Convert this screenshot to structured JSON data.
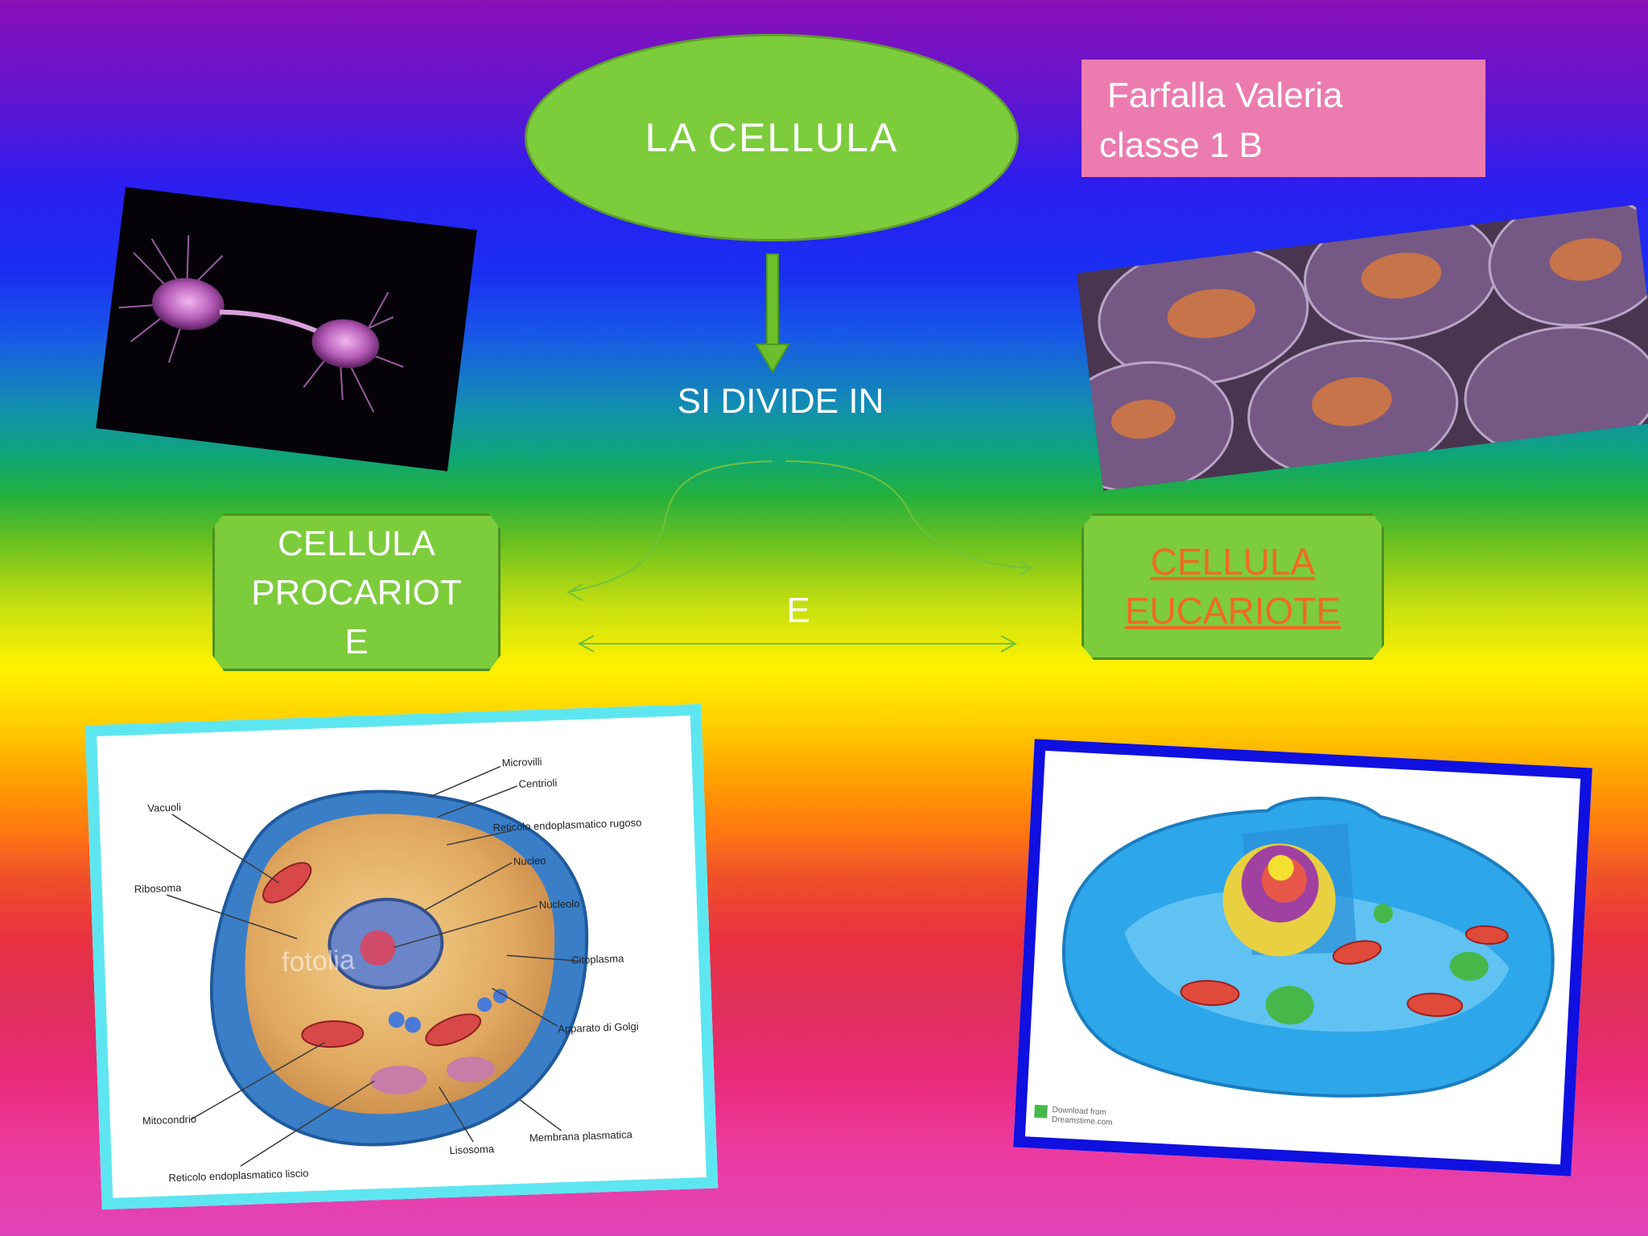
{
  "title": "LA  CELLULA",
  "author": {
    "name": "Farfalla Valeria",
    "class": "classe  1 B"
  },
  "divide_label": "SI  DIVIDE IN",
  "connector_label": "E",
  "left_box": {
    "line1": "CELLULA",
    "line2": "PROCARIOT",
    "line3": "E"
  },
  "right_box": {
    "line1": "CELLULA",
    "line2": "EUCARIOTE"
  },
  "diagram_labels": {
    "microvilli": "Microvilli",
    "centrioli": "Centrioli",
    "vacuoli": "Vacuoli",
    "reticolo_rugoso": "Reticolo endoplasmatico rugoso",
    "nucleo": "Nucleo",
    "nucleolo": "Nucleolo",
    "ribosoma": "Ribosoma",
    "citoplasma": "Citoplasma",
    "apparato_golgi": "Apparato di Golgi",
    "mitocondrio": "Mitocondrio",
    "membrana": "Membrana plasmatica",
    "lisosoma": "Lisosoma",
    "reticolo_liscio": "Reticolo endoplasmatico liscio"
  },
  "watermark": "fotolia",
  "stock_credit": {
    "line1": "Download from",
    "line2": "Dreamstime.com"
  },
  "colors": {
    "node_green": "#7ccc3c",
    "author_pink": "#ec7cb0",
    "link_orange": "#f06a1e",
    "frame_cyan": "#5ee6f0",
    "frame_blue": "#1010e0"
  }
}
